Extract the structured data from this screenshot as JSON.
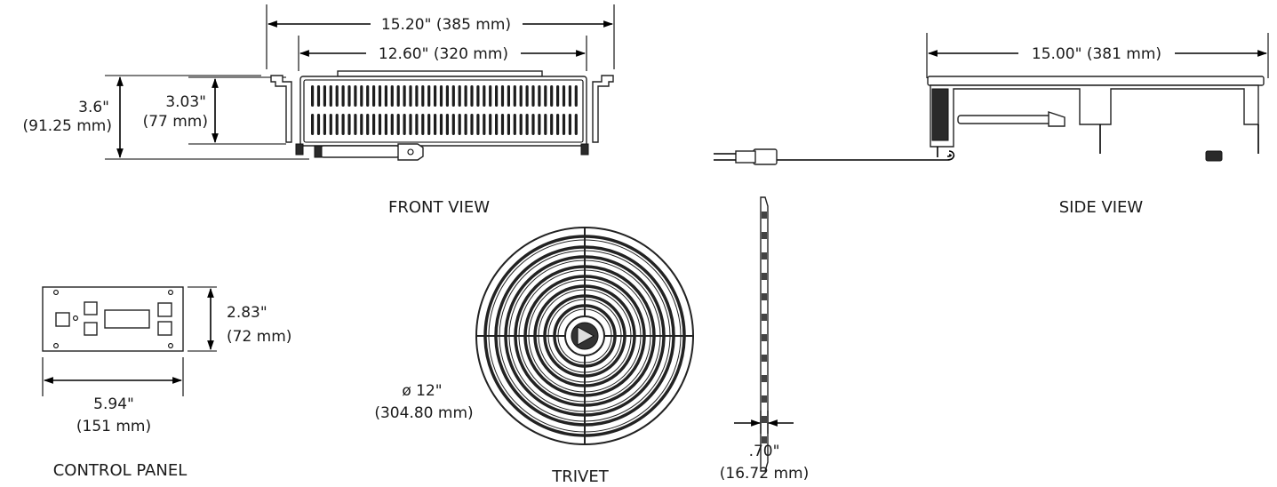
{
  "front_view": {
    "title": "FRONT VIEW",
    "overall_width": "15.20\" (385 mm)",
    "inner_width": "12.60\" (320 mm)",
    "overall_height_in": "3.6\"",
    "overall_height_mm": "(91.25  mm)",
    "body_height_in": "3.03\"",
    "body_height_mm": "(77  mm)"
  },
  "side_view": {
    "title": "SIDE VIEW",
    "length": "15.00\" (381 mm)"
  },
  "control_panel": {
    "title": "CONTROL PANEL",
    "height_in": "2.83\"",
    "height_mm": "(72 mm)",
    "width_in": "5.94\"",
    "width_mm": "(151 mm)"
  },
  "trivet": {
    "title": "TRIVET",
    "diameter_in": "ø 12\"",
    "diameter_mm": "(304.80 mm)",
    "thickness_in": ".70\"",
    "thickness_mm": "(16.72 mm)"
  },
  "colors": {
    "line": "#000000",
    "background": "#ffffff"
  }
}
